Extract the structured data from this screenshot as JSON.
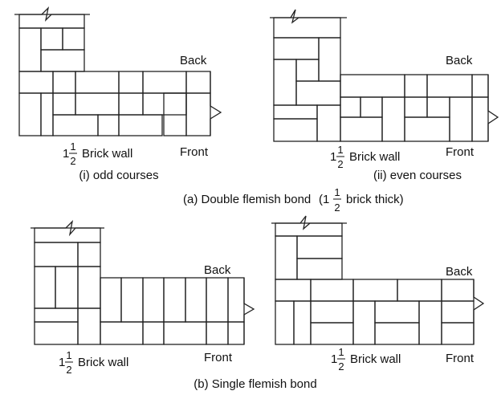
{
  "colors": {
    "stroke": "#222222",
    "background": "#ffffff"
  },
  "panels": {
    "odd": {
      "back": "Back",
      "front": "Front",
      "wall_whole": "1",
      "wall_num": "1",
      "wall_den": "2",
      "wall_text": "Brick wall",
      "caption": "(i) odd courses"
    },
    "even": {
      "back": "Back",
      "front": "Front",
      "wall_whole": "1",
      "wall_num": "1",
      "wall_den": "2",
      "wall_text": "Brick wall",
      "caption": "(ii) even courses"
    },
    "single_left": {
      "back": "Back",
      "front": "Front",
      "wall_whole": "1",
      "wall_num": "1",
      "wall_den": "2",
      "wall_text": "Brick wall"
    },
    "single_right": {
      "back": "Back",
      "front": "Front",
      "wall_whole": "1",
      "wall_num": "1",
      "wall_den": "2",
      "wall_text": "Brick wall"
    }
  },
  "captions": {
    "double_prefix": "(a) Double flemish bond",
    "double_open": "(1",
    "double_num": "1",
    "double_den": "2",
    "double_suffix": "brick thick)",
    "single": "(b) Single flemish bond"
  }
}
